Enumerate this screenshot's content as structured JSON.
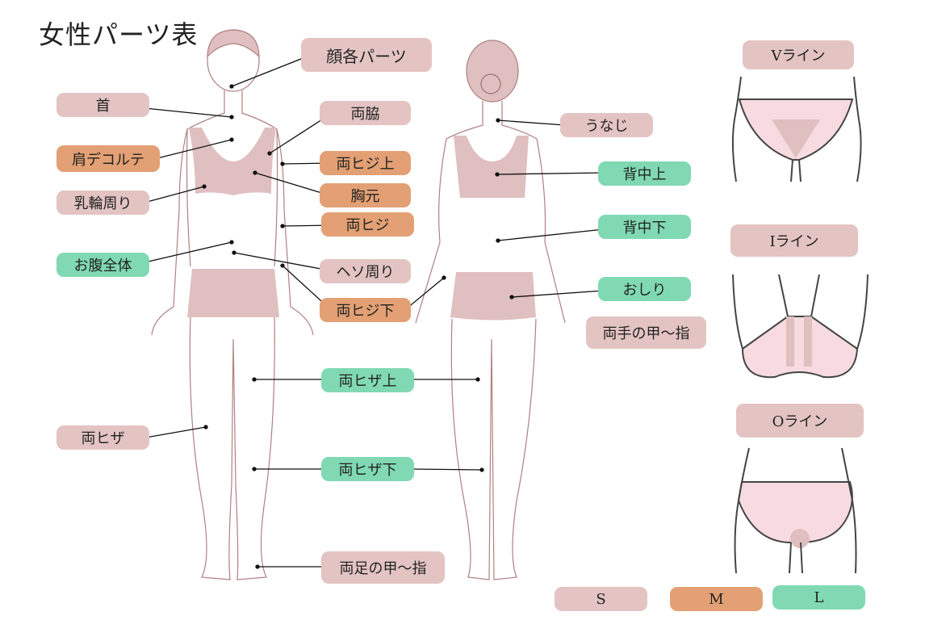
{
  "title": "女性パーツ表",
  "colors": {
    "S": "#e3c4c3",
    "M": "#e3a074",
    "L": "#80d9b2",
    "body_fill": "#dfbfbf",
    "inset_fill": "#f7dbe0"
  },
  "front_labels": {
    "face": "顔各パーツ",
    "neck": "首",
    "underarm": "両脇",
    "shoulder_decollete": "肩デコルテ",
    "upper_arm": "両ヒジ上",
    "areola": "乳輪周り",
    "chest": "胸元",
    "elbow": "両ヒジ",
    "abdomen": "お腹全体",
    "navel": "ヘソ周り",
    "lower_arm": "両ヒジ下",
    "thigh": "両ヒザ上",
    "knee": "両ヒザ",
    "lower_leg": "両ヒザ下",
    "feet": "両足の甲〜指"
  },
  "back_labels": {
    "nape": "うなじ",
    "upper_back": "背中上",
    "lower_back": "背中下",
    "buttocks": "おしり",
    "hands": "両手の甲〜指"
  },
  "insets": {
    "v_line": "Vライン",
    "i_line": "Iライン",
    "o_line": "Oライン"
  },
  "legend": {
    "s": "S",
    "m": "M",
    "l": "L"
  }
}
